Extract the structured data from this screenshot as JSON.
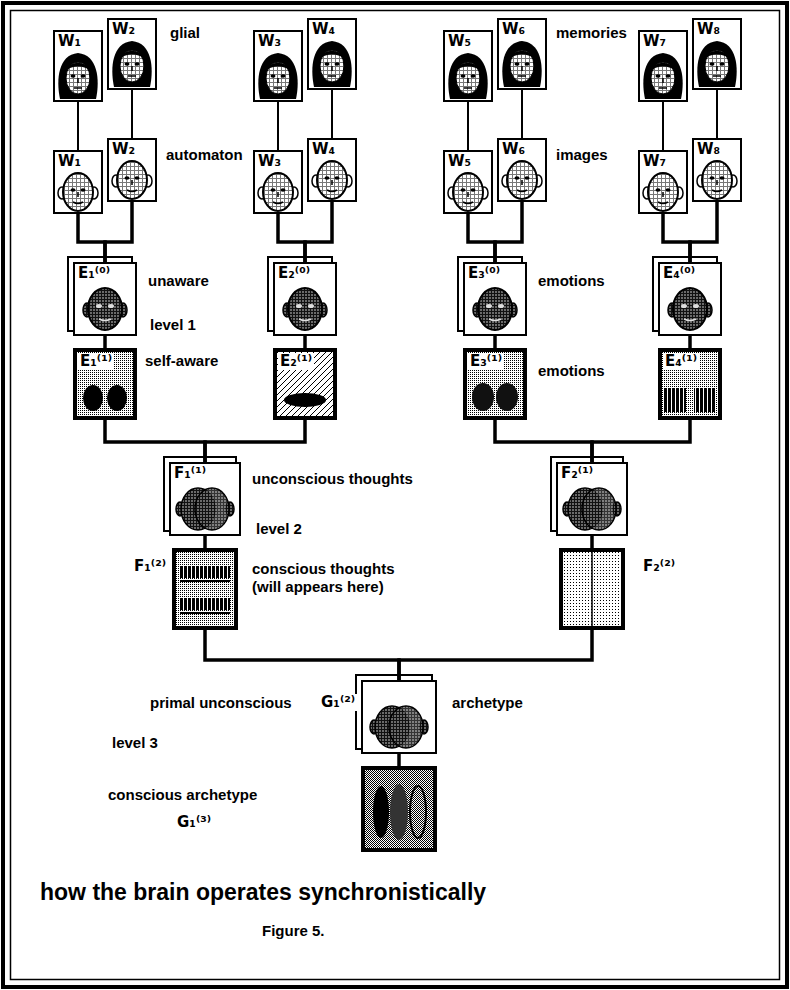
{
  "diagram": {
    "title": "how the brain operates synchronistically",
    "caption": "Figure 5.",
    "nodes": [
      {
        "text": [
          "W₁"
        ]
      },
      {
        "text": [
          "W₂"
        ]
      },
      {
        "text": [
          "W₃"
        ]
      },
      {
        "text": [
          "W₄"
        ]
      },
      {
        "text": [
          "W₅"
        ]
      },
      {
        "text": [
          "W₆"
        ]
      },
      {
        "text": [
          "W₇"
        ]
      },
      {
        "text": [
          "W₈"
        ]
      },
      {
        "text": [
          "W₁"
        ]
      },
      {
        "text": [
          "W₂"
        ]
      },
      {
        "text": [
          "W₃"
        ]
      },
      {
        "text": [
          "W₄"
        ]
      },
      {
        "text": [
          "W₅"
        ]
      },
      {
        "text": [
          "W₆"
        ]
      },
      {
        "text": [
          "W₇"
        ]
      },
      {
        "text": [
          "W₈"
        ]
      },
      {
        "text": [
          "E₁⁽⁰⁾"
        ]
      },
      {
        "text": [
          "E₂⁽⁰⁾"
        ]
      },
      {
        "text": [
          "E₃⁽⁰⁾"
        ]
      },
      {
        "text": [
          "E₄⁽⁰⁾"
        ]
      },
      {
        "text": [
          "E₁⁽¹⁾"
        ]
      },
      {
        "text": [
          "E₂⁽¹⁾"
        ]
      },
      {
        "text": [
          "E₃⁽¹⁾"
        ]
      },
      {
        "text": [
          "E₄⁽¹⁾"
        ]
      },
      {
        "text": [
          "F₁⁽¹⁾"
        ]
      },
      {
        "text": [
          "F₂⁽¹⁾"
        ]
      },
      {
        "text": [
          "F₁⁽²⁾"
        ]
      },
      {
        "text": [
          "F₂⁽²⁾"
        ]
      },
      {
        "text": [
          "G₁⁽²⁾"
        ]
      },
      {
        "text": [
          "G₁⁽³⁾"
        ]
      }
    ],
    "edges": [
      {
        "from": 0,
        "to": 8,
        "arrow": "none"
      },
      {
        "from": 1,
        "to": 9,
        "arrow": "none"
      },
      {
        "from": 2,
        "to": 10,
        "arrow": "none"
      },
      {
        "from": 3,
        "to": 11,
        "arrow": "none"
      },
      {
        "from": 4,
        "to": 12,
        "arrow": "none"
      },
      {
        "from": 5,
        "to": 13,
        "arrow": "none"
      },
      {
        "from": 6,
        "to": 14,
        "arrow": "none"
      },
      {
        "from": 7,
        "to": 15,
        "arrow": "none"
      },
      {
        "from": 8,
        "to": 16,
        "arrow": "none"
      },
      {
        "from": 9,
        "to": 16,
        "arrow": "none"
      },
      {
        "from": 10,
        "to": 17,
        "arrow": "none"
      },
      {
        "from": 11,
        "to": 17,
        "arrow": "none"
      },
      {
        "from": 12,
        "to": 18,
        "arrow": "none"
      },
      {
        "from": 13,
        "to": 18,
        "arrow": "none"
      },
      {
        "from": 14,
        "to": 19,
        "arrow": "none"
      },
      {
        "from": 15,
        "to": 19,
        "arrow": "none"
      },
      {
        "from": 16,
        "to": 20,
        "arrow": "none"
      },
      {
        "from": 17,
        "to": 21,
        "arrow": "none"
      },
      {
        "from": 18,
        "to": 22,
        "arrow": "none"
      },
      {
        "from": 19,
        "to": 23,
        "arrow": "none"
      },
      {
        "from": 20,
        "to": 24,
        "arrow": "none"
      },
      {
        "from": 21,
        "to": 24,
        "arrow": "none"
      },
      {
        "from": 22,
        "to": 25,
        "arrow": "none"
      },
      {
        "from": 23,
        "to": 25,
        "arrow": "none"
      },
      {
        "from": 24,
        "to": 26,
        "arrow": "none"
      },
      {
        "from": 25,
        "to": 27,
        "arrow": "none"
      },
      {
        "from": 26,
        "to": 28,
        "arrow": "none"
      },
      {
        "from": 27,
        "to": 28,
        "arrow": "none"
      },
      {
        "from": 28,
        "to": 29,
        "arrow": "none"
      }
    ],
    "labels": [
      "glial",
      "memories",
      "automaton",
      "images",
      "unaware",
      "emotions",
      "level 1",
      "self-aware",
      "emotions",
      "unconscious thoughts",
      "level 2",
      "conscious thoughts (will appears here)",
      "primal unconscious",
      "archetype",
      "level 3",
      "conscious archetype"
    ]
  }
}
